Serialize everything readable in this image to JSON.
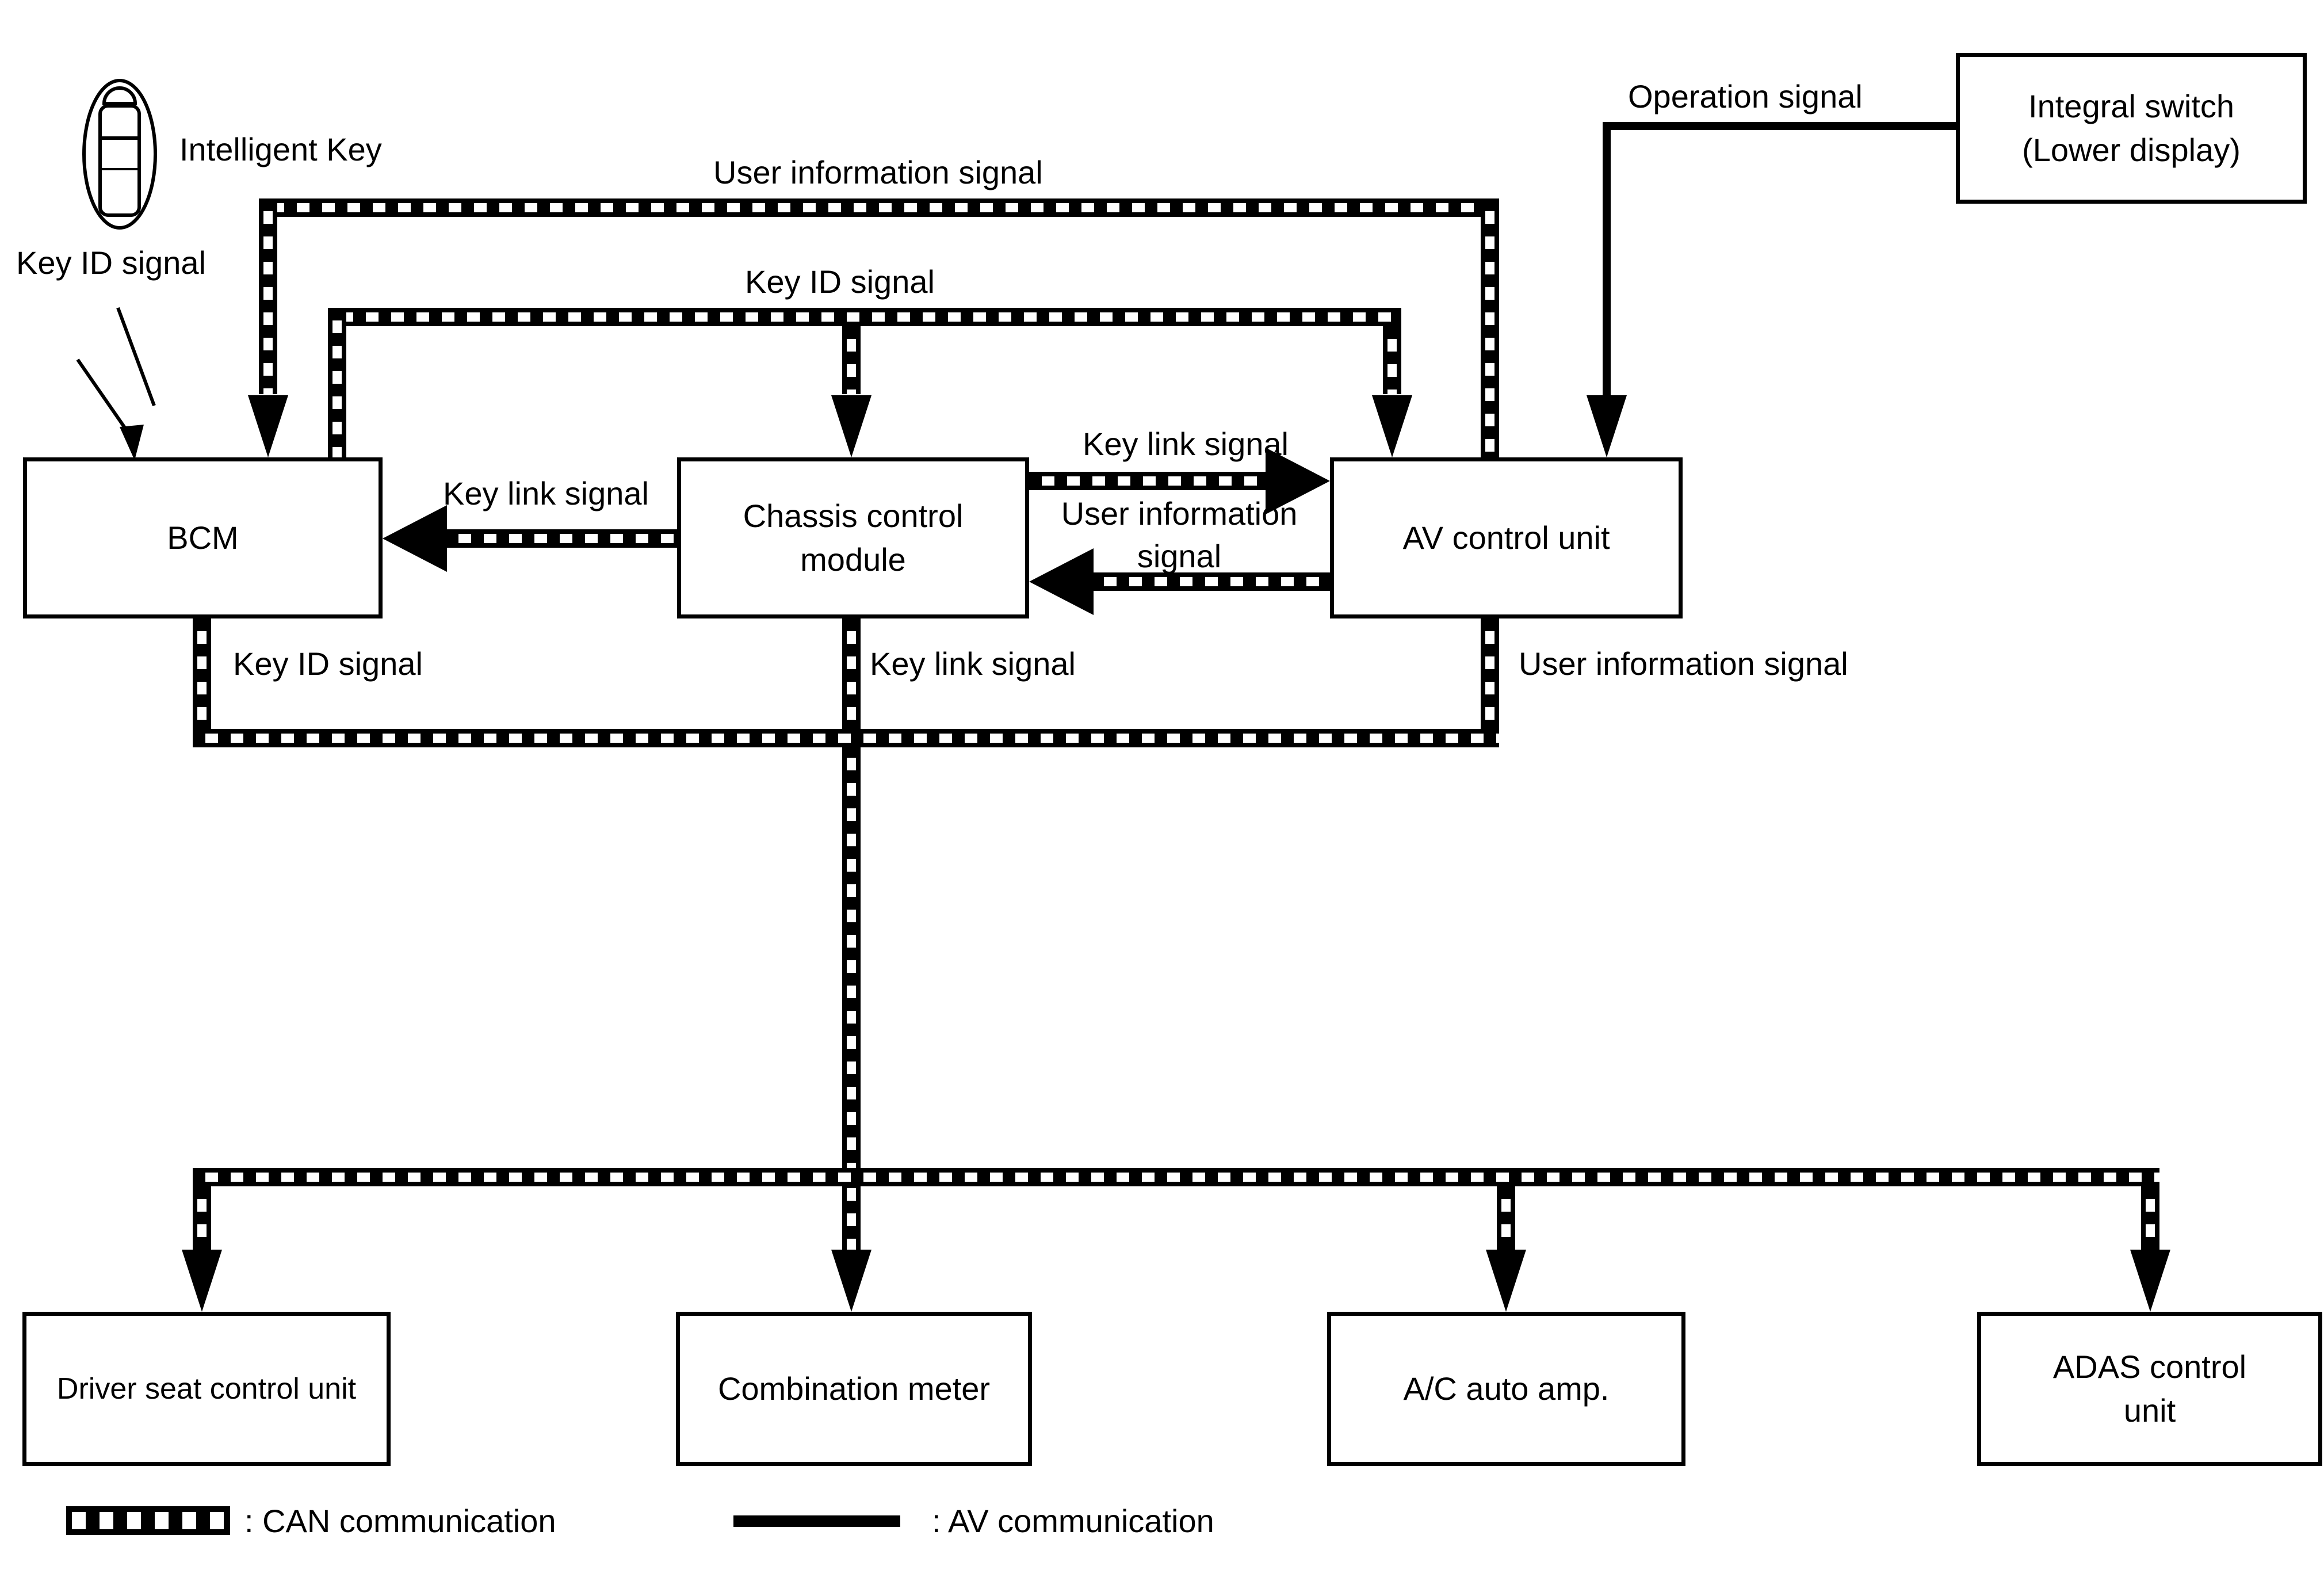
{
  "diagram": {
    "nodes": {
      "bcm": {
        "label": "BCM"
      },
      "chassis_control_module": {
        "line1": "Chassis control",
        "line2": "module"
      },
      "av_control_unit": {
        "label": "AV control unit"
      },
      "integral_switch": {
        "line1": "Integral switch",
        "line2": "(Lower display)"
      },
      "driver_seat_control_unit": {
        "label": "Driver seat control unit"
      },
      "combination_meter": {
        "label": "Combination meter"
      },
      "ac_auto_amp": {
        "label": "A/C auto amp."
      },
      "adas_control_unit": {
        "line1": "ADAS control",
        "line2": "unit"
      },
      "intelligent_key": {
        "label": "Intelligent Key"
      }
    },
    "signal_labels": {
      "key_id_wireless": "Key ID signal",
      "user_information_top": "User information signal",
      "key_id_top": "Key ID signal",
      "operation": "Operation signal",
      "key_link_to_bcm": "Key link signal",
      "key_link_to_av": "Key link signal",
      "user_info_to_chassis_line1": "User information",
      "user_info_to_chassis_line2": "signal",
      "key_id_bus": "Key ID signal",
      "key_link_bus": "Key link signal",
      "user_information_bus": "User information signal"
    },
    "legend": {
      "can": ": CAN communication",
      "av": ": AV communication"
    },
    "colors": {
      "line": "#000000",
      "background": "#ffffff"
    }
  }
}
